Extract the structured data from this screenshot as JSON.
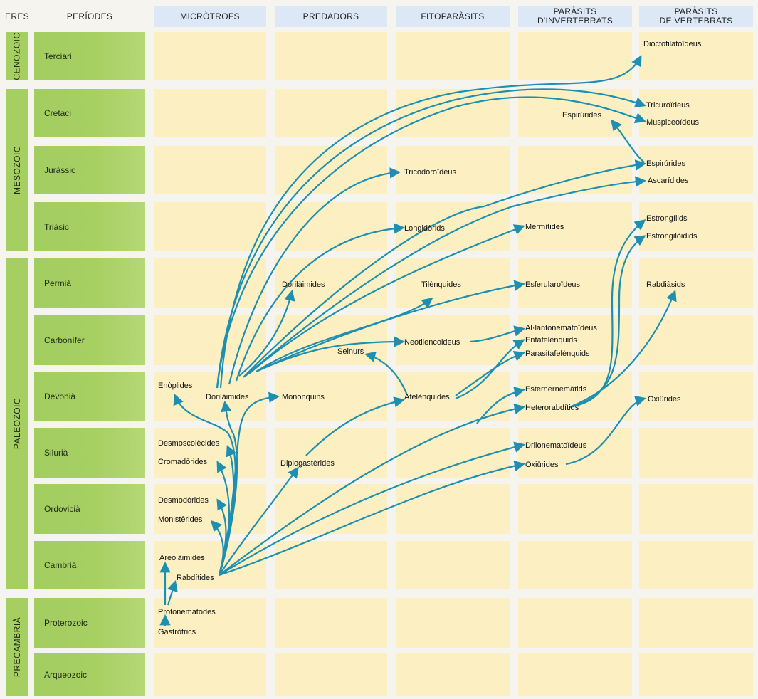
{
  "headers": {
    "eras": "ERES",
    "periods": "PERÍODES",
    "columns": [
      {
        "lines": [
          "MICRÒTROFS"
        ]
      },
      {
        "lines": [
          "PREDADORS"
        ]
      },
      {
        "lines": [
          "FITOPARÀSITS"
        ]
      },
      {
        "lines": [
          "PARÀSITS",
          "D'INVERTEBRATS"
        ]
      },
      {
        "lines": [
          "PARÀSITS",
          "DE VERTEBRATS"
        ]
      }
    ]
  },
  "eras": [
    "CENOZOIC",
    "MESOZOIC",
    "PALEOZOIC",
    "PRECAMBRIÀ"
  ],
  "periods": [
    "Terciari",
    "Cretaci",
    "Juràssic",
    "Triàsic",
    "Permià",
    "Carbonífer",
    "Devonià",
    "Silurià",
    "Ordovicià",
    "Cambrià",
    "Proterozoic",
    "Arqueozoic"
  ],
  "taxa": {
    "gastrotrics": "Gastròtrics",
    "protonematodes": "Protonematodes",
    "rabditides": "Rabdítides",
    "areolaimides": "Areolàimides",
    "monisterides": "Monistèrides",
    "desmodorides": "Desmodòrides",
    "cromadorides": "Cromadòrides",
    "desmoscolecides": "Desmoscolècides",
    "enoplides": "Enòplides",
    "dorilaimides_micro": "Dorilàimides",
    "mononquins": "Mononquins",
    "dorilaimides_pred": "Dorilàimides",
    "diplogasterides": "Diplogastèrides",
    "seinurs": "Seinurs",
    "afelenquides": "Afelènquides",
    "neotilencoideus": "Neotilencoideus",
    "tilenquides": "Tilènquides",
    "longidorids": "Longidòrids",
    "tricodoroideus": "Tricodoroïdeus",
    "esternernematids": "Esternernemàtids",
    "heterorabditids": "Heterorabdítids",
    "drilonematoideus": "Drilonematoïdeus",
    "oxiurides_inv": "Oxiürides",
    "entafelenquids": "Entafelènquids",
    "alantonematoideus": "Al·lantonematoïdeus",
    "parasitafelenquids": "Parasitafelènquids",
    "esferularoideus": "Esferularoïdeus",
    "mermitides": "Mermítides",
    "espirurides_inv": "Espirúrides",
    "oxiurides_vert": "Oxiürides",
    "rabdiasids": "Rabdiàsids",
    "estrongilids": "Estrongílids",
    "estrongiloidids": "Estrongilòidids",
    "ascarides": "Ascarídides",
    "espirurides_vert": "Espirúrides",
    "tricuroideus": "Tricuroïdeus",
    "muspiceoideus": "Muspiceoïdeus",
    "dioctofilatoideus": "Dioctofilatoïdeus"
  },
  "colors": {
    "arrow": "#1e8fb0",
    "cell": "#fcf0c2",
    "era_bg": "#a6cf62",
    "header_bg": "#dce8f6"
  }
}
